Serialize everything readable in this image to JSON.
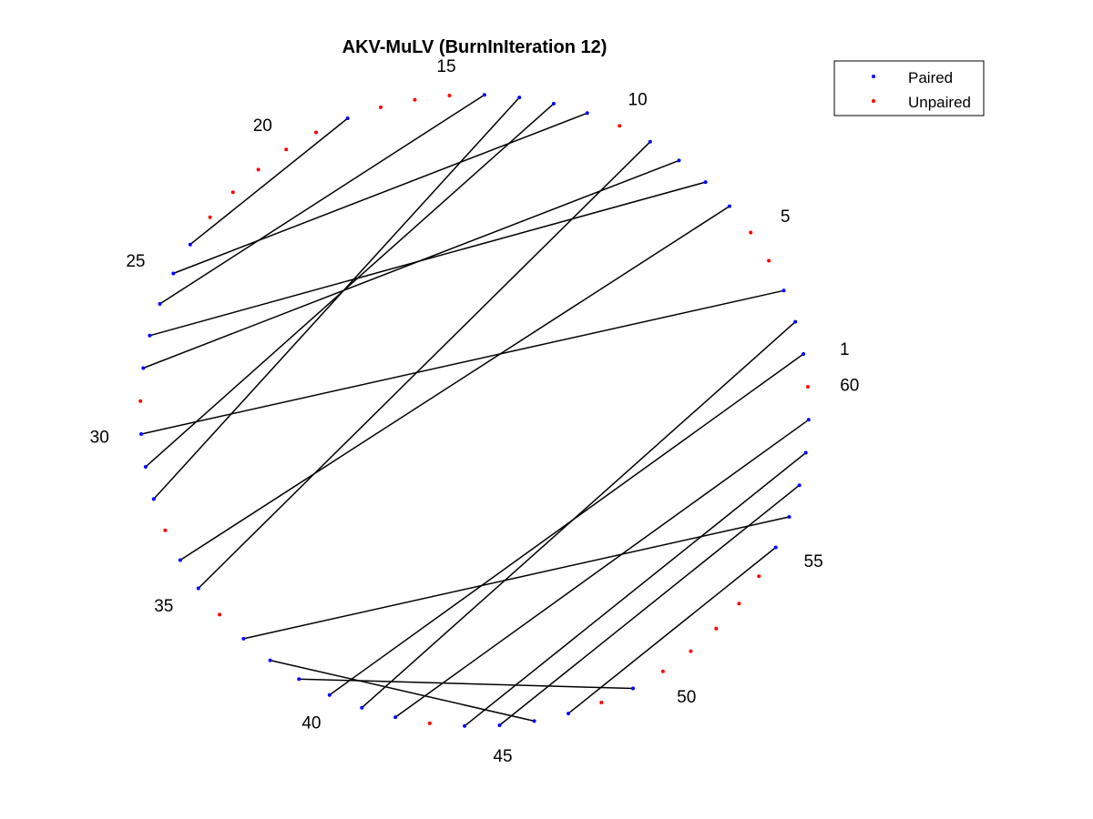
{
  "chart_data": {
    "type": "arc-diagram",
    "title": "AKV-MuLV (BurnInIteration 12)",
    "sequence_length": 60,
    "position_labels": [
      "1",
      "5",
      "10",
      "15",
      "20",
      "25",
      "30",
      "35",
      "40",
      "45",
      "50",
      "55",
      "60"
    ],
    "pairs": [
      [
        1,
        40
      ],
      [
        2,
        41
      ],
      [
        3,
        30
      ],
      [
        6,
        34
      ],
      [
        7,
        27
      ],
      [
        8,
        28
      ],
      [
        9,
        35
      ],
      [
        11,
        25
      ],
      [
        12,
        31
      ],
      [
        13,
        32
      ],
      [
        14,
        26
      ],
      [
        18,
        24
      ],
      [
        37,
        56
      ],
      [
        38,
        46
      ],
      [
        39,
        49
      ],
      [
        42,
        59
      ],
      [
        44,
        58
      ],
      [
        45,
        57
      ],
      [
        47,
        55
      ]
    ],
    "unpaired": [
      4,
      5,
      10,
      15,
      16,
      17,
      19,
      20,
      21,
      22,
      23,
      29,
      33,
      36,
      43,
      48,
      50,
      51,
      52,
      53,
      54,
      60
    ],
    "legend": {
      "entries": [
        {
          "label": "Paired",
          "color": "#0000ff"
        },
        {
          "label": "Unpaired",
          "color": "#ff0000"
        }
      ],
      "placement": "top-right"
    },
    "colors": {
      "paired": "#0000ff",
      "unpaired": "#ff0000",
      "line": "#000000"
    }
  }
}
